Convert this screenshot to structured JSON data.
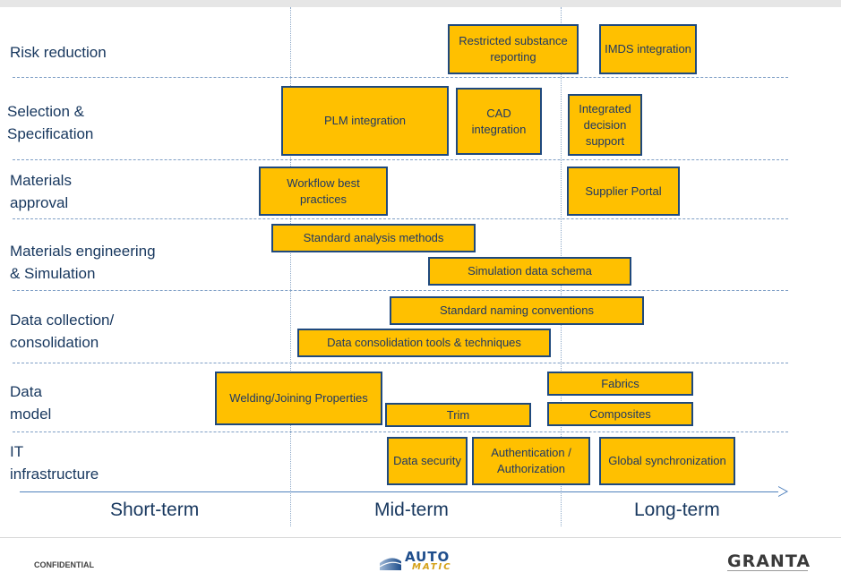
{
  "rows": [
    {
      "label": "Risk reduction"
    },
    {
      "label": "Selection &\nSpecification"
    },
    {
      "label": "Materials\napproval"
    },
    {
      "label": "Materials engineering\n& Simulation"
    },
    {
      "label": "Data collection/\nconsolidation"
    },
    {
      "label": "Data\nmodel"
    },
    {
      "label": "IT\ninfrastructure"
    }
  ],
  "boxes": {
    "restricted_substance": "Restricted substance reporting",
    "imds": "IMDS integration",
    "plm": "PLM integration",
    "cad": "CAD integration",
    "integrated_decision": "Integrated decision support",
    "workflow": "Workflow best practices",
    "supplier_portal": "Supplier Portal",
    "standard_analysis": "Standard analysis methods",
    "simulation_schema": "Simulation data schema",
    "naming_conventions": "Standard naming conventions",
    "consolidation_tools": "Data consolidation tools & techniques",
    "welding": "Welding/Joining Properties",
    "trim": "Trim",
    "fabrics": "Fabrics",
    "composites": "Composites",
    "data_security": "Data security",
    "authentication": "Authentication / Authorization",
    "global_sync": "Global synchronization"
  },
  "timeline": {
    "short": "Short-term",
    "mid": "Mid-term",
    "long": "Long-term"
  },
  "footer": {
    "confidential": "CONFIDENTIAL",
    "logo_auto": "AUTO",
    "logo_matic": "MATIC",
    "logo_granta": "GRANTA"
  },
  "colors": {
    "box_fill": "#ffc000",
    "box_border": "#1f497d",
    "text": "#17375e"
  }
}
